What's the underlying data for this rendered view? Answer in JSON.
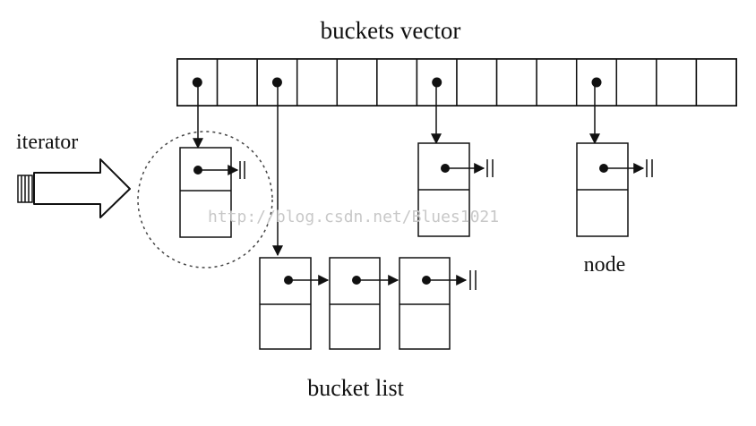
{
  "title": "buckets vector",
  "labels": {
    "iterator": "iterator",
    "node": "node",
    "bucket_list": "bucket list"
  },
  "watermark": "http://blog.csdn.net/Blues1021",
  "buckets_vector": {
    "slot_count": 14,
    "occupied_slots": [
      0,
      2,
      6,
      10
    ]
  },
  "colors": {
    "ink": "#111111",
    "watermark": "#c8c8c8",
    "background": "#ffffff"
  }
}
